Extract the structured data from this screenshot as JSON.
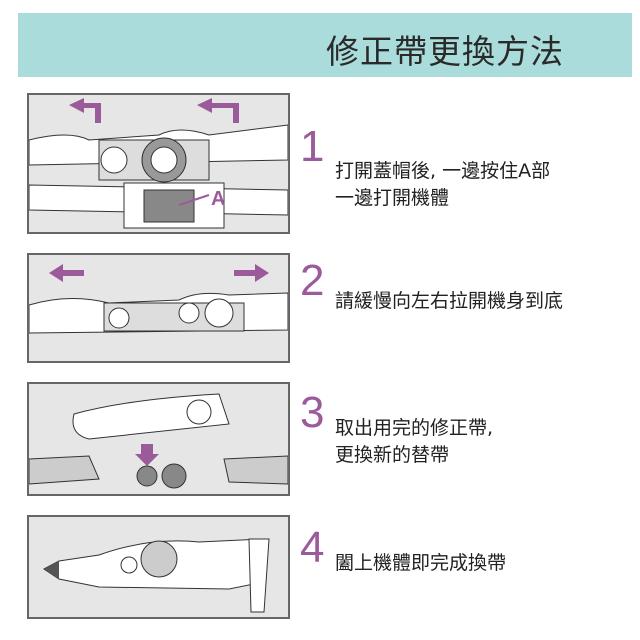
{
  "title": "修正帶更換方法",
  "colors": {
    "header": "#aadcdc",
    "accent": "#9b5b9b"
  },
  "steps": [
    {
      "number": "1",
      "line1": "打開蓋帽後, 一邊按住A部",
      "line2": "一邊打開機體",
      "callout": "A"
    },
    {
      "number": "2",
      "line1": "請緩慢向左右拉開機身到底"
    },
    {
      "number": "3",
      "line1": "取出用完的修正帶,",
      "line2": "更換新的替帶"
    },
    {
      "number": "4",
      "line1": "闔上機體即完成換帶"
    }
  ]
}
